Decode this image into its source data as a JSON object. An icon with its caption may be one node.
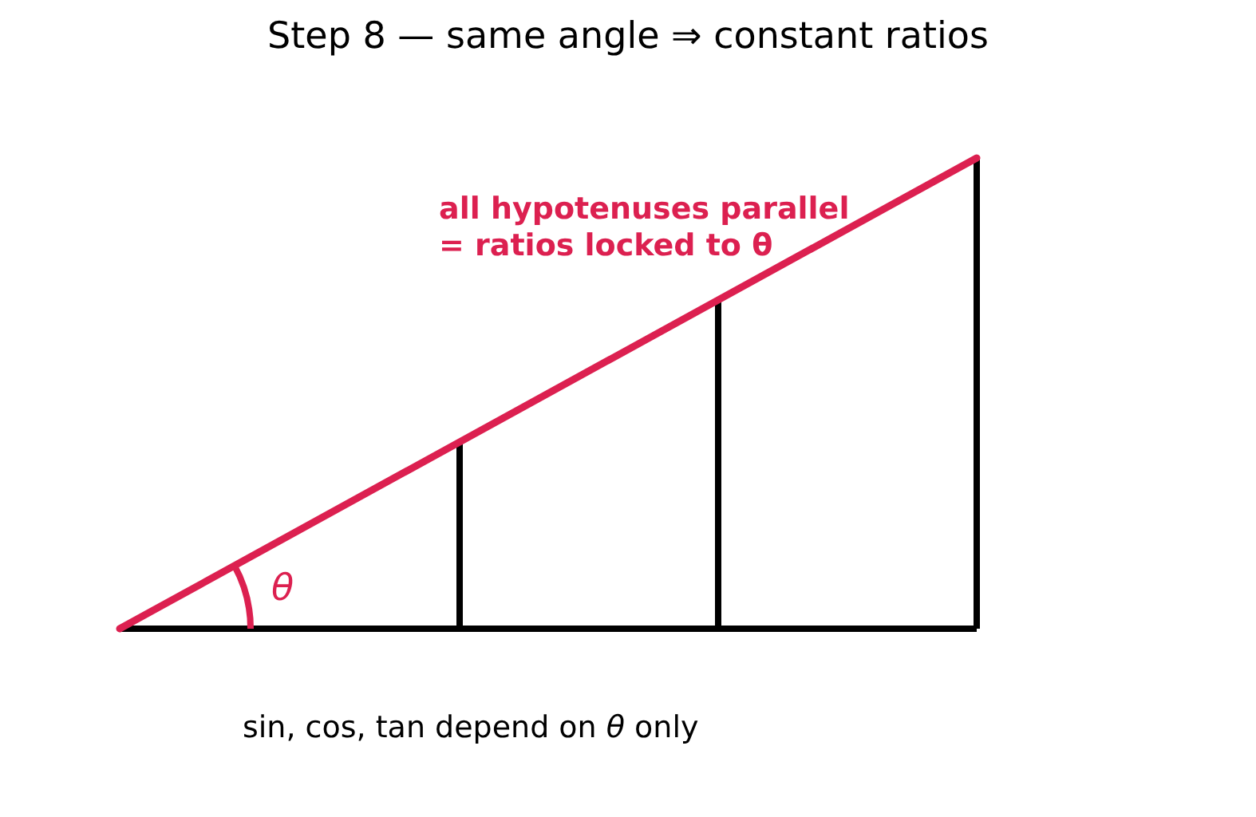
{
  "diagram": {
    "title": "Step 8 — same angle ⇒ constant ratios",
    "labels": [
      "all hypotenuses parallel = ratios locked to θ",
      "θ",
      "sin, cos, tan depend on *θ* only"
    ]
  }
}
